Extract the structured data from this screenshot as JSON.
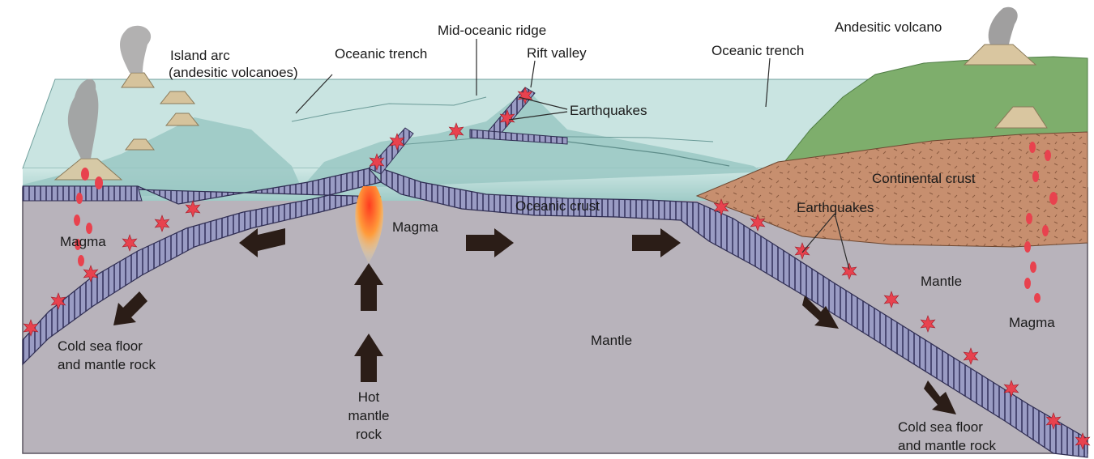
{
  "labels": {
    "island_arc": "Island arc",
    "island_arc_sub": "(andesitic volcanoes)",
    "oceanic_trench_left": "Oceanic trench",
    "mid_oceanic_ridge": "Mid-oceanic ridge",
    "rift_valley": "Rift valley",
    "earthquakes_top": "Earthquakes",
    "oceanic_trench_right": "Oceanic trench",
    "andesitic_volcano": "Andesitic volcano",
    "continental_crust": "Continental crust",
    "earthquakes_right": "Earthquakes",
    "oceanic_crust": "Oceanic crust",
    "magma_center": "Magma",
    "magma_left": "Magma",
    "magma_right": "Magma",
    "mantle_center": "Mantle",
    "mantle_right": "Mantle",
    "cold_left_1": "Cold sea floor",
    "cold_left_2": "and mantle rock",
    "hot_1": "Hot",
    "hot_2": "mantle",
    "hot_3": "rock",
    "cold_right_1": "Cold sea floor",
    "cold_right_2": "and mantle rock"
  },
  "colors": {
    "mantle": "#b9b4bc",
    "ocean": "#a8d2cf",
    "ocean_top": "#c4e2df",
    "seafloor": "#8fc1bf",
    "crust": "#8d8eb8",
    "continental_crust": "#c9906f",
    "land": "#79a968",
    "volcano": "#d9c6a0",
    "earthquake": "#e8424e",
    "arrow": "#2b1d17"
  }
}
